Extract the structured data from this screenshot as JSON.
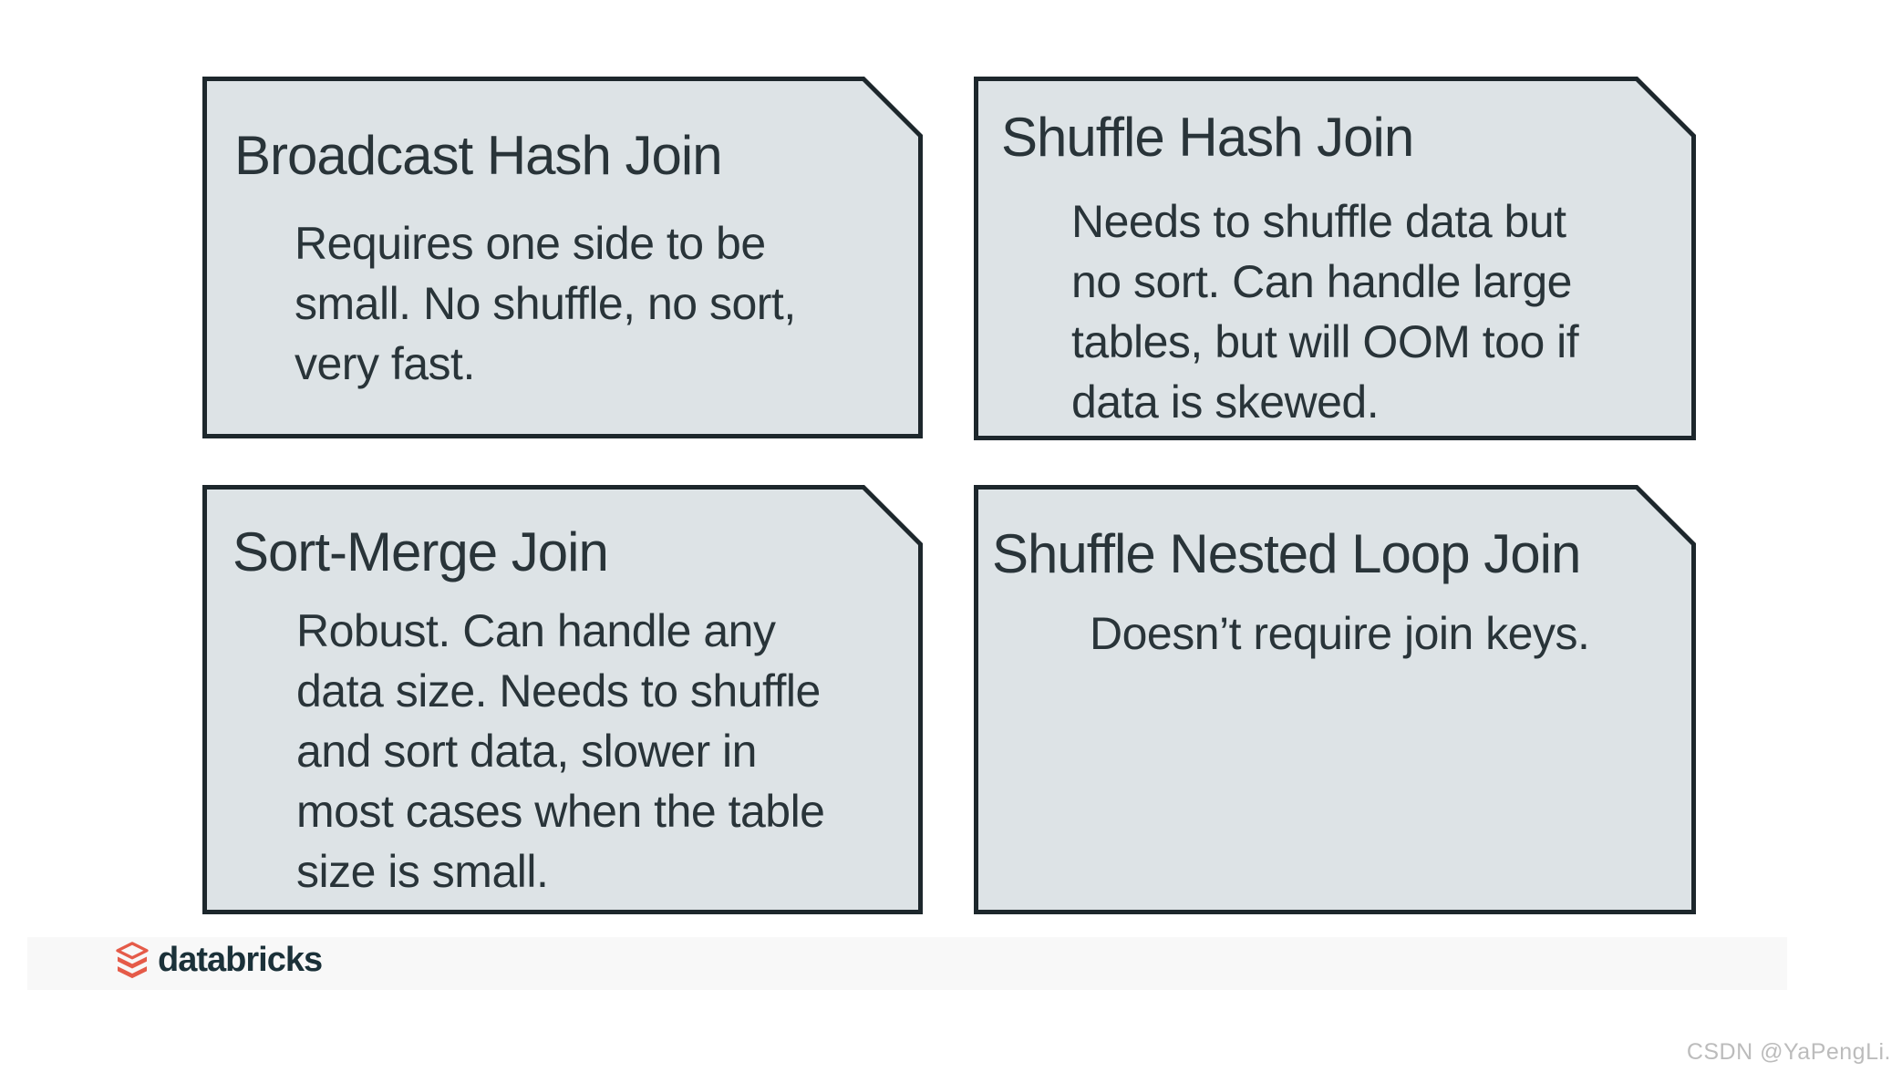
{
  "colors": {
    "card_fill": "#dde3e6",
    "card_border": "#1d272c",
    "card_text": "#293439",
    "logo_red": "#e55b49",
    "wordmark_dark": "#1b3139",
    "watermark_gray": "#bcbcbc"
  },
  "cards": [
    {
      "title": "Broadcast Hash Join",
      "body": "Requires one side to be\nsmall. No shuffle, no sort,\nvery fast."
    },
    {
      "title": "Shuffle Hash Join",
      "body": "Needs to shuffle data but\nno sort. Can handle large\ntables, but will OOM too if\ndata is skewed."
    },
    {
      "title": "Sort-Merge Join",
      "body": "Robust. Can handle any\ndata size. Needs to shuffle\nand sort data, slower in\nmost cases when the table\nsize is small."
    },
    {
      "title": "Shuffle Nested Loop Join",
      "body": "Doesn’t require join keys."
    }
  ],
  "footer": {
    "logo_icon": "databricks-layers-icon",
    "logo_text": "databricks"
  },
  "watermark": {
    "text": "CSDN @YaPengLi."
  }
}
